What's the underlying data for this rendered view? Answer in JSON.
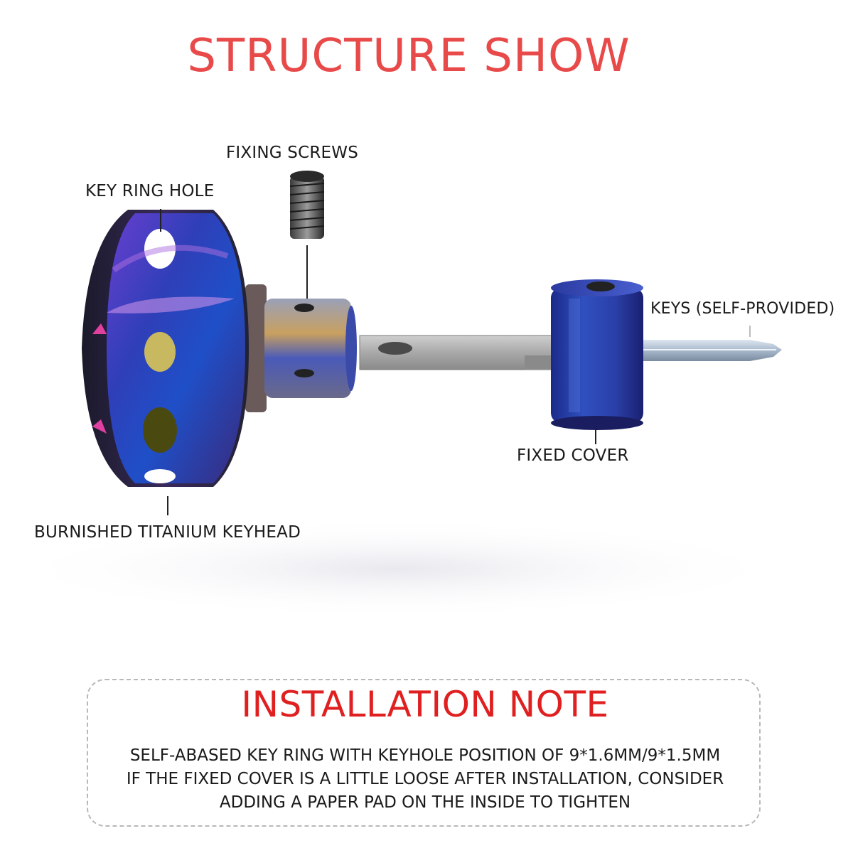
{
  "title": "STRUCTURE SHOW",
  "labels": {
    "fixing_screws": "FIXING SCREWS",
    "key_ring_hole": "KEY RING HOLE",
    "keys": "KEYS (SELF-PROVIDED)",
    "fixed_cover": "FIXED COVER",
    "keyhead": "BURNISHED TITANIUM KEYHEAD"
  },
  "installation_note": {
    "title": "INSTALLATION NOTE",
    "lines": [
      "SELF-ABASED KEY RING WITH KEYHOLE POSITION OF 9*1.6MM/9*1.5MM",
      "IF THE FIXED COVER IS A LITTLE LOOSE AFTER INSTALLATION, CONSIDER",
      "ADDING A PAPER PAD ON THE INSIDE TO TIGHTEN"
    ]
  },
  "colors": {
    "title": "#e84a4a",
    "note_title": "#e02020",
    "titanium_blue": "#2a3fb8",
    "titanium_purple": "#8a3fc8",
    "steel": "#b8b8b8"
  }
}
